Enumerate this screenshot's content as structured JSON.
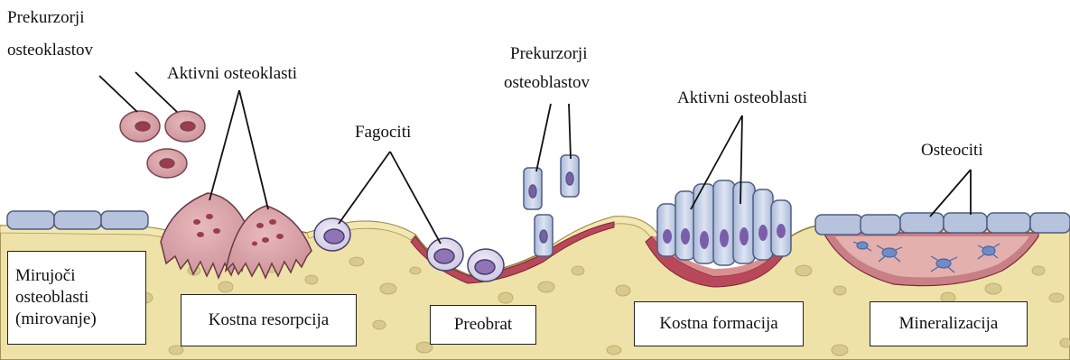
{
  "labels": {
    "osteoclast_precursors": [
      "Prekurzorji",
      "osteoklastov"
    ],
    "active_osteoclasts": "Aktivni osteoklasti",
    "phagocytes": "Fagociti",
    "osteoblast_precursors": [
      "Prekurzorji",
      "osteoblastov"
    ],
    "active_osteoblasts": "Aktivni osteoblasti",
    "osteocytes": "Osteociti"
  },
  "stages": {
    "resting": [
      "Mirujoči",
      "osteoblasti",
      "(mirovanje)"
    ],
    "resorption": "Kostna resorpcija",
    "reversal": "Preobrat",
    "formation": "Kostna formacija",
    "mineralization": "Mineralizacija"
  },
  "colors": {
    "bone": "#eee2a8",
    "bone_pore": "#d8c98c",
    "lining_cell": "#b7c3dc",
    "osteoclast": "#c98f95",
    "osteoclast_nucleus": "#9c3c4e",
    "phagocyte": "#d7d2e8",
    "phagocyte_nucleus": "#8f74b7",
    "osteoid": "#b9485a",
    "osteoblast": "#b9c7e2",
    "osteoblast_nucleus": "#7b5eaa",
    "osteocyte": "#5b7bb8"
  }
}
